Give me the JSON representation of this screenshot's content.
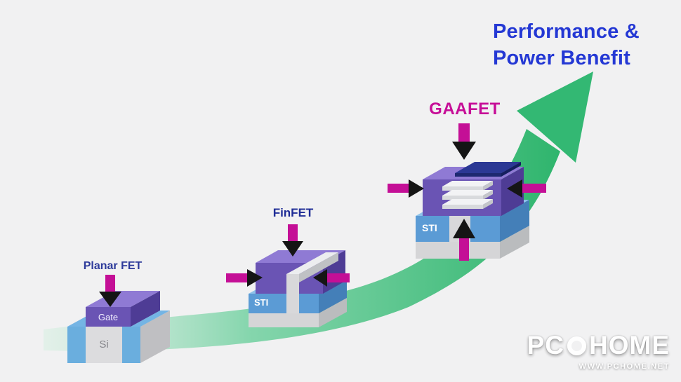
{
  "background_color": "#f1f1f2",
  "title": {
    "line1": "Performance &",
    "line2": "Power Benefit",
    "color": "#2438d4"
  },
  "growth_arrow": {
    "description": "green curved arrow rising left-to-right",
    "color_start": "#d7efe2",
    "color_end": "#2fb56d"
  },
  "devices": [
    {
      "id": "planar-fet",
      "label": "Planar FET",
      "label_color": "#2d3a9a",
      "gate_label": "Gate",
      "substrate_label": "Si",
      "gate_control_arrows": 1
    },
    {
      "id": "finfet",
      "label": "FinFET",
      "label_color": "#1f2d96",
      "sti_label": "STI",
      "gate_control_arrows": 3
    },
    {
      "id": "gaafet",
      "label": "GAAFET",
      "label_color": "#c60d97",
      "sti_label": "STI",
      "gate_control_arrows": 4
    }
  ],
  "palette": {
    "gate_purple_front": "#6a54b4",
    "gate_purple_top": "#8f7ad4",
    "gate_purple_side": "#4e3c95",
    "sti_blue_front": "#5b9bd5",
    "sti_blue_top": "#8ec2ea",
    "substrate_gray": "#d5d5d7",
    "arrow_magenta": "#c40f96",
    "arrow_black": "#151515",
    "nanosheet_white": "#f2f3f5"
  },
  "watermark": {
    "brand_left": "PC",
    "brand_right": "HOME",
    "url": "WWW.PCHOME.NET"
  }
}
